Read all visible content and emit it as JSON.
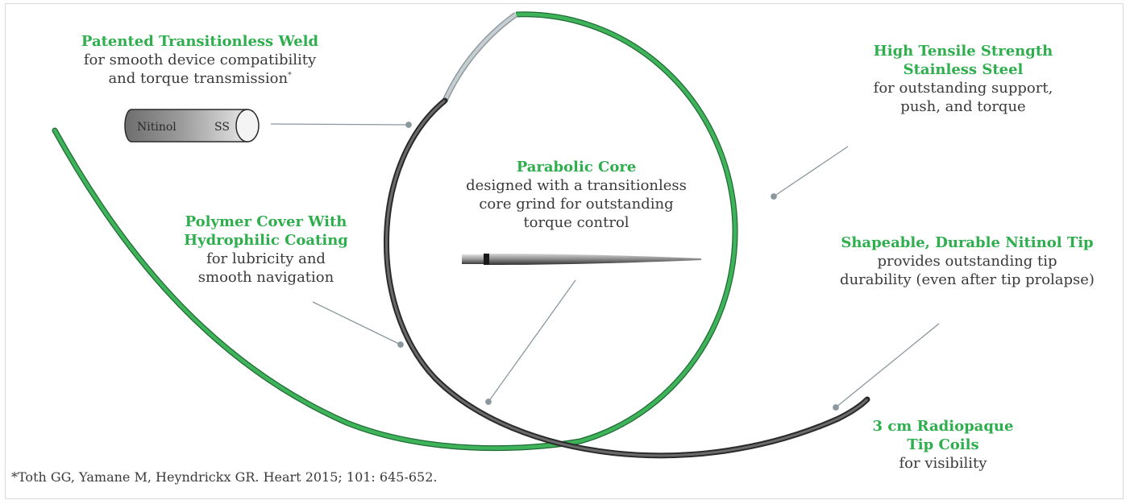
{
  "colors": {
    "green": "#2eae4d",
    "text": "#3a3a3a",
    "wire_dark": "#4a4a4a",
    "leader": "#8a979c"
  },
  "callouts": {
    "weld": {
      "title": "Patented Transitionless Weld",
      "line1": "for smooth device compatibility",
      "line2": "and torque transmission",
      "sup": "*"
    },
    "steel": {
      "title1": "High Tensile Strength",
      "title2": "Stainless Steel",
      "line1": "for outstanding support,",
      "line2": "push, and torque"
    },
    "core": {
      "title": "Parabolic Core",
      "line1": "designed with a transitionless",
      "line2": "core grind for outstanding",
      "line3": "torque control"
    },
    "polymer": {
      "title1": "Polymer Cover With",
      "title2": "Hydrophilic Coating",
      "line1": "for lubricity and",
      "line2": "smooth navigation"
    },
    "tip": {
      "title": "Shapeable, Durable Nitinol Tip",
      "line1": "provides outstanding tip",
      "line2": "durability (even after tip prolapse)"
    },
    "coils": {
      "title1": "3 cm Radiopaque",
      "title2": "Tip Coils",
      "line1": "for visibility"
    }
  },
  "weld_diagram": {
    "left_label": "Nitinol",
    "right_label": "SS"
  },
  "footnote": "*Toth GG, Yamane M, Heyndrickx GR. Heart 2015; 101: 645-652."
}
